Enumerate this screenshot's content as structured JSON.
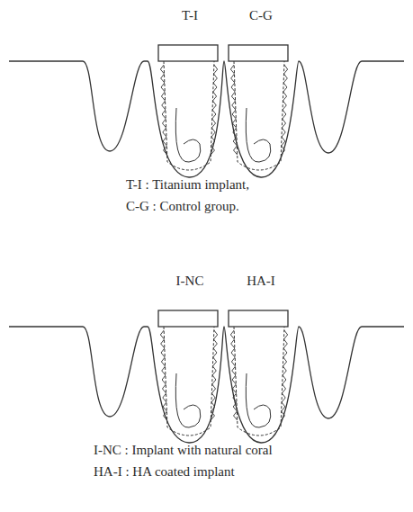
{
  "diagram": {
    "labels": [
      "T-I",
      "C-G",
      "T-I : Titanium implant,",
      "C-G : Control group.",
      "I-NC",
      "HA-I",
      "I-NC : Implant with natural coral",
      "HA-I : HA coated implant"
    ]
  }
}
